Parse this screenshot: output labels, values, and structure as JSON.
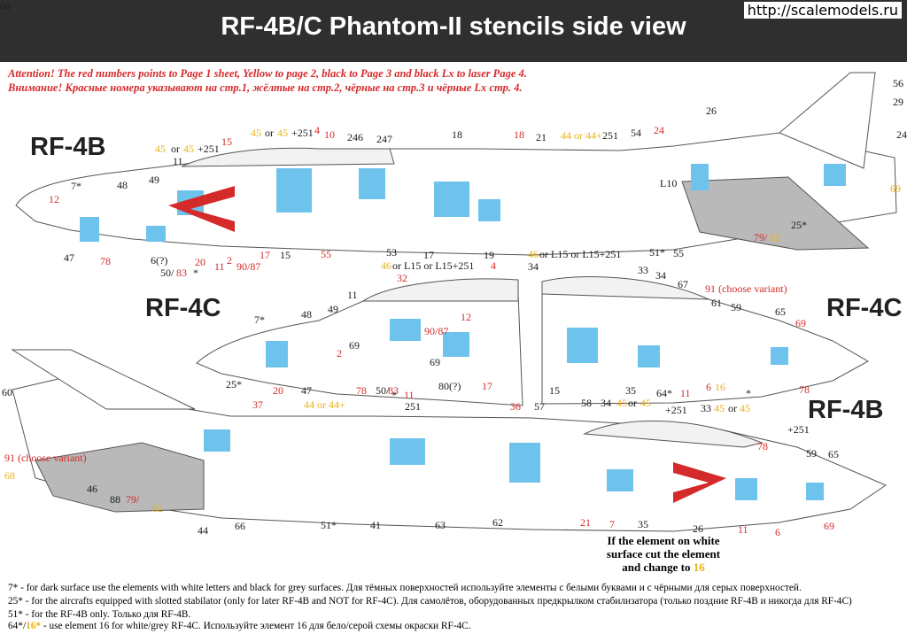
{
  "header": {
    "title": "RF-4B/C Phantom-II stencils side view",
    "watermark": "http://scalemodels.ru"
  },
  "attention": {
    "en": "Attention! The red numbers points to Page 1 sheet, Yellow to page 2, black to Page 3 and black Lx to laser Page 4.",
    "ru": "Внимание! Красные номера указывают на стр.1, жёлтые на стр.2, чёрные на стр.3 и чёрные Lx стр. 4."
  },
  "variants": {
    "top_left": "RF-4B",
    "mid_left": "RF-4C",
    "mid_right": "RF-4C",
    "bottom_right": "RF-4B"
  },
  "colors": {
    "red": "#d52a2a",
    "yellow": "#e8b21a",
    "black": "#1a1a1a",
    "stencil_blue": "#6ec3ec",
    "outline": "#555555",
    "header_bg": "#2f2f2f"
  },
  "callouts": [
    {
      "t": "7*",
      "c": "black"
    },
    {
      "t": "12",
      "c": "red"
    },
    {
      "t": "48",
      "c": "black"
    },
    {
      "t": "49",
      "c": "black"
    },
    {
      "t": "11",
      "c": "black"
    },
    {
      "t": "45",
      "c": "yellow"
    },
    {
      "t": "or",
      "c": "black"
    },
    {
      "t": "45",
      "c": "yellow"
    },
    {
      "t": "+251",
      "c": "black"
    },
    {
      "t": "15",
      "c": "red"
    },
    {
      "t": "45",
      "c": "yellow"
    },
    {
      "t": "or",
      "c": "black"
    },
    {
      "t": "45",
      "c": "yellow"
    },
    {
      "t": "+251",
      "c": "black"
    },
    {
      "t": "4",
      "c": "red"
    },
    {
      "t": "10",
      "c": "red"
    },
    {
      "t": "246",
      "c": "black"
    },
    {
      "t": "247",
      "c": "black"
    },
    {
      "t": "18",
      "c": "black"
    },
    {
      "t": "18",
      "c": "red"
    },
    {
      "t": "21",
      "c": "black"
    },
    {
      "t": "44 or 44+",
      "c": "yellow"
    },
    {
      "t": "251",
      "c": "black"
    },
    {
      "t": "54",
      "c": "black"
    },
    {
      "t": "24",
      "c": "red"
    },
    {
      "t": "26",
      "c": "black"
    },
    {
      "t": "56",
      "c": "black"
    },
    {
      "t": "29",
      "c": "black"
    },
    {
      "t": "24",
      "c": "black"
    },
    {
      "t": "69",
      "c": "yellow"
    },
    {
      "t": "L10",
      "c": "black"
    },
    {
      "t": "47",
      "c": "black"
    },
    {
      "t": "78",
      "c": "red"
    },
    {
      "t": "6(?)",
      "c": "black"
    },
    {
      "t": "50/",
      "c": "black"
    },
    {
      "t": "83",
      "c": "red"
    },
    {
      "t": "*",
      "c": "black"
    },
    {
      "t": "20",
      "c": "red"
    },
    {
      "t": "11",
      "c": "red"
    },
    {
      "t": "2",
      "c": "red"
    },
    {
      "t": "90/87",
      "c": "red"
    },
    {
      "t": "17",
      "c": "red"
    },
    {
      "t": "15",
      "c": "black"
    },
    {
      "t": "55",
      "c": "red"
    },
    {
      "t": "53",
      "c": "black"
    },
    {
      "t": "17",
      "c": "black"
    },
    {
      "t": "19",
      "c": "black"
    },
    {
      "t": "51*",
      "c": "black"
    },
    {
      "t": "55",
      "c": "black"
    },
    {
      "t": "79/",
      "c": "red"
    },
    {
      "t": "82",
      "c": "yellow"
    },
    {
      "t": "25*",
      "c": "black"
    },
    {
      "t": "46",
      "c": "yellow"
    },
    {
      "t": "or L15 or L15+251",
      "c": "black"
    },
    {
      "t": "4",
      "c": "red"
    },
    {
      "t": "32",
      "c": "red"
    },
    {
      "t": "46",
      "c": "yellow"
    },
    {
      "t": "or L15 or L15+251",
      "c": "black"
    },
    {
      "t": "34",
      "c": "black"
    },
    {
      "t": "33",
      "c": "black"
    },
    {
      "t": "34",
      "c": "black"
    },
    {
      "t": "67",
      "c": "black"
    },
    {
      "t": "91 (choose variant)",
      "c": "red"
    },
    {
      "t": "61",
      "c": "black"
    },
    {
      "t": "59",
      "c": "black"
    },
    {
      "t": "65",
      "c": "black"
    },
    {
      "t": "69",
      "c": "red"
    },
    {
      "t": "7*",
      "c": "black"
    },
    {
      "t": "48",
      "c": "black"
    },
    {
      "t": "49",
      "c": "black"
    },
    {
      "t": "11",
      "c": "black"
    },
    {
      "t": "12",
      "c": "red"
    },
    {
      "t": "90/87",
      "c": "red"
    },
    {
      "t": "69",
      "c": "black"
    },
    {
      "t": "69",
      "c": "black"
    },
    {
      "t": "2",
      "c": "red"
    },
    {
      "t": "20",
      "c": "red"
    },
    {
      "t": "47",
      "c": "black"
    },
    {
      "t": "78",
      "c": "red"
    },
    {
      "t": "50/",
      "c": "black"
    },
    {
      "t": "83",
      "c": "red"
    },
    {
      "t": "*",
      "c": "black"
    },
    {
      "t": "11",
      "c": "red"
    },
    {
      "t": "80(?)",
      "c": "black"
    },
    {
      "t": "17",
      "c": "red"
    },
    {
      "t": "15",
      "c": "black"
    },
    {
      "t": "35",
      "c": "black"
    },
    {
      "t": "64*",
      "c": "black"
    },
    {
      "t": "11",
      "c": "red"
    },
    {
      "t": "6",
      "c": "red"
    },
    {
      "t": "16",
      "c": "yellow"
    },
    {
      "t": "*",
      "c": "black"
    },
    {
      "t": "78",
      "c": "red"
    },
    {
      "t": "60",
      "c": "black"
    },
    {
      "t": "25*",
      "c": "black"
    },
    {
      "t": "37",
      "c": "red"
    },
    {
      "t": "44 or 44+",
      "c": "yellow"
    },
    {
      "t": "251",
      "c": "black"
    },
    {
      "t": "36",
      "c": "red"
    },
    {
      "t": "57",
      "c": "black"
    },
    {
      "t": "58",
      "c": "black"
    },
    {
      "t": "34",
      "c": "black"
    },
    {
      "t": "45",
      "c": "yellow"
    },
    {
      "t": "or",
      "c": "black"
    },
    {
      "t": "45",
      "c": "yellow"
    },
    {
      "t": "+251",
      "c": "black"
    },
    {
      "t": "33",
      "c": "black"
    },
    {
      "t": "45",
      "c": "yellow"
    },
    {
      "t": "or",
      "c": "black"
    },
    {
      "t": "45",
      "c": "yellow"
    },
    {
      "t": "+251",
      "c": "black"
    },
    {
      "t": "91 (choose variant)",
      "c": "red"
    },
    {
      "t": "68",
      "c": "yellow"
    },
    {
      "t": "46",
      "c": "black"
    },
    {
      "t": "88",
      "c": "black"
    },
    {
      "t": "79/",
      "c": "red"
    },
    {
      "t": "82",
      "c": "yellow"
    },
    {
      "t": "44",
      "c": "black"
    },
    {
      "t": "66",
      "c": "black"
    },
    {
      "t": "51*",
      "c": "black"
    },
    {
      "t": "41",
      "c": "black"
    },
    {
      "t": "63",
      "c": "black"
    },
    {
      "t": "62",
      "c": "black"
    },
    {
      "t": "21",
      "c": "red"
    },
    {
      "t": "7",
      "c": "red"
    },
    {
      "t": "35",
      "c": "black"
    },
    {
      "t": "26",
      "c": "black"
    },
    {
      "t": "11",
      "c": "red"
    },
    {
      "t": "6",
      "c": "red"
    },
    {
      "t": "78",
      "c": "red"
    },
    {
      "t": "59",
      "c": "black"
    },
    {
      "t": "65",
      "c": "black"
    },
    {
      "t": "69",
      "c": "red"
    },
    {
      "t": "60",
      "c": "black"
    }
  ],
  "cut_note": {
    "lines": [
      "If the element on white",
      "surface cut the element",
      "and change to"
    ],
    "number": "16"
  },
  "notes": [
    {
      "pre": "7* - for dark surface use the elements with white letters and black for grey surfaces. Для тёмных поверхностей используйте элементы с белыми буквами и с чёрными для серых поверхностей.",
      "ylw": "",
      "post": ""
    },
    {
      "pre": "25* - for the aircrafts equipped with slotted stabilator (only for later RF-4B and NOT for RF-4C). Для самолётов, оборудованных предкрылком стабилизатора (только поздние RF-4B и никогда для RF-4C)",
      "ylw": "",
      "post": ""
    },
    {
      "pre": "51* - for the RF-4B only. Только для RF-4B.",
      "ylw": "",
      "post": ""
    },
    {
      "pre": "64*/",
      "ylw": "16*",
      "post": " - use element 16 for white/grey RF-4C. Используйте элемент 16 для бело/серой схемы окраски RF-4C."
    }
  ]
}
